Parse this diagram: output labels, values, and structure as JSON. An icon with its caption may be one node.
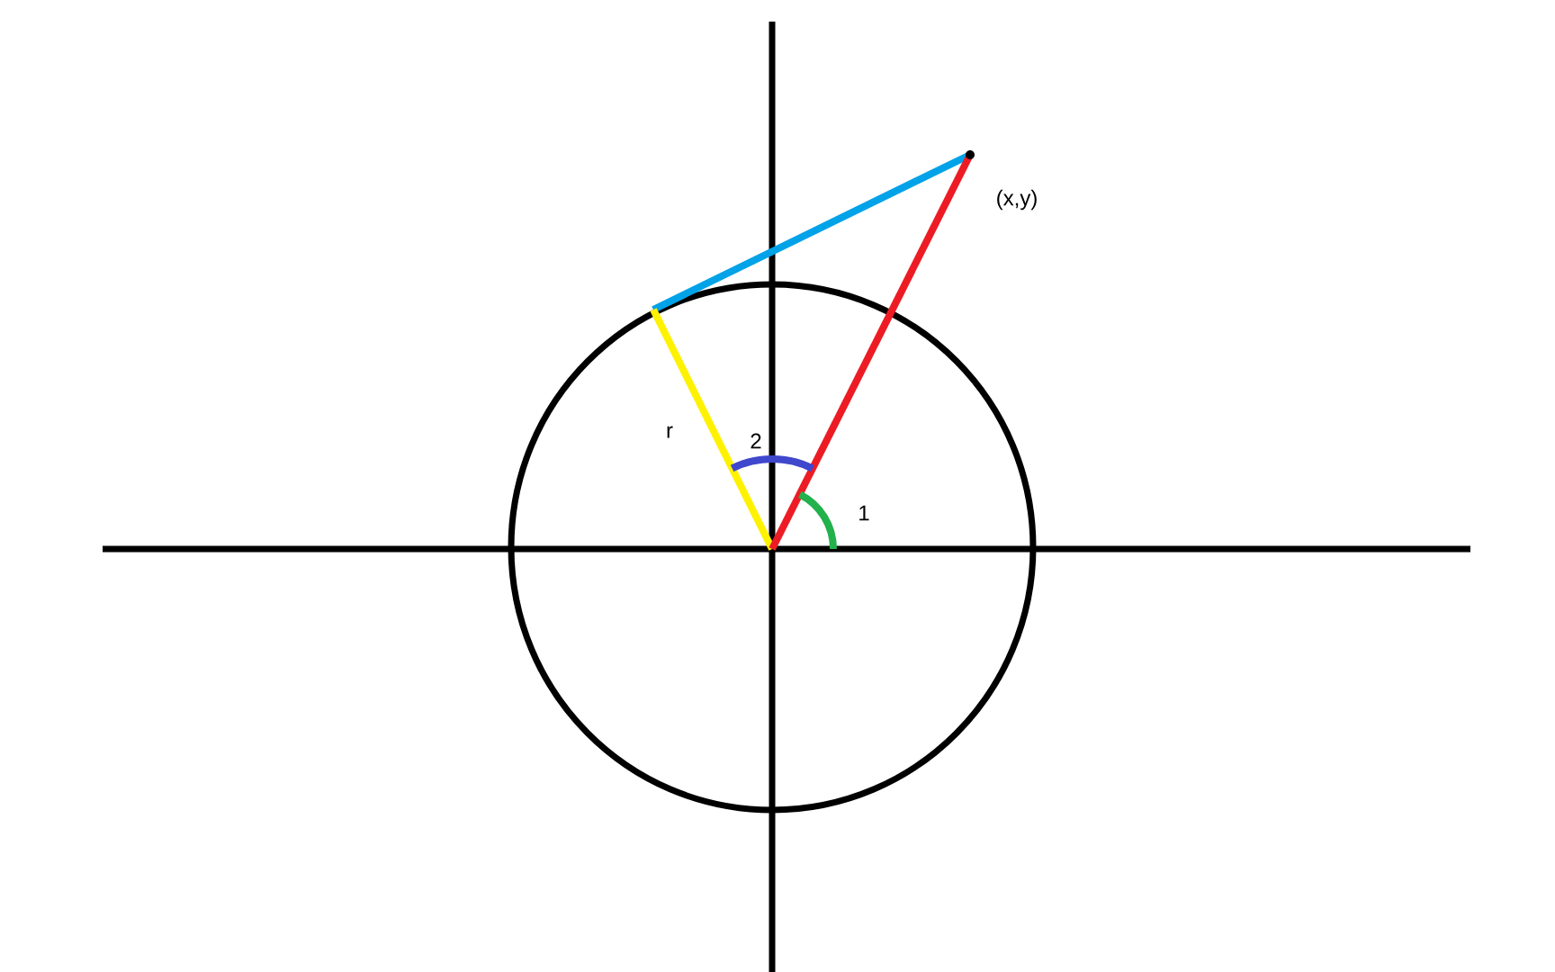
{
  "diagram": {
    "labels": [
      "(x,y)",
      "r",
      "2",
      "1"
    ]
  }
}
